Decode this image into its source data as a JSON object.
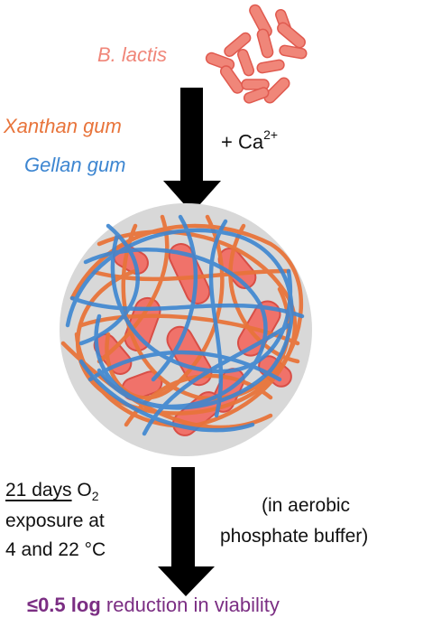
{
  "labels": {
    "bacteria": "B. lactis",
    "xanthan": "Xanthan gum",
    "gellan": "Gellan gum",
    "calcium": "+ Ca",
    "calcium_charge": "2+"
  },
  "conditions": {
    "duration": "21 days",
    "gas": "O",
    "gas_subscript": "2",
    "line2": "exposure at",
    "line3": "4 and 22 °C"
  },
  "aerobic": {
    "line1": "(in aerobic",
    "line2": "phosphate buffer)"
  },
  "result": {
    "highlight": "≤0.5 log",
    "rest": " reduction in viability"
  },
  "colors": {
    "bacteria": "#f08679",
    "xanthan": "#e8743b",
    "gellan": "#3d86d1",
    "result": "#7b2e83",
    "bead": "#d8d8d8"
  }
}
